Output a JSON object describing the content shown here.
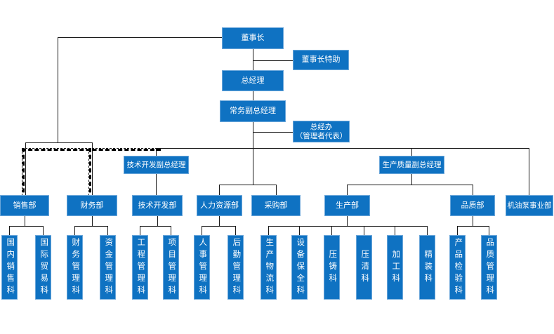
{
  "diagram_type": "org-chart",
  "colors": {
    "node_fill": "#0f72c2",
    "node_text": "#ffffff",
    "connector_line": "#1a1a1a",
    "background": "#ffffff"
  },
  "nodes": {
    "chairman": "董事长",
    "chairman_assistant": "董事长特助",
    "general_manager": "总经理",
    "executive_deputy_gm": "常务副总经理",
    "gm_office_line1": "总经办",
    "gm_office_line2": "（管理者代表）",
    "tech_deputy_gm": "技术开发副总经理",
    "quality_deputy_gm": "生产质量副总经理",
    "dept_sales": "销售部",
    "dept_finance": "财务部",
    "dept_tech_dev": "技术开发部",
    "dept_hr": "人力资源部",
    "dept_purchasing": "采购部",
    "dept_production": "生产部",
    "dept_quality": "品质部",
    "dept_oil_pump": "机油泵事业部",
    "sec_domestic_sales": "国内销售科",
    "sec_intl_trade": "国际贸易科",
    "sec_finance_mgmt": "财务管理科",
    "sec_funds_mgmt": "资金管理科",
    "sec_engineering_mgmt": "工程管理科",
    "sec_project_mgmt": "项目管理科",
    "sec_personnel_mgmt": "人事管理科",
    "sec_logistics_mgmt": "后勤管理科",
    "sec_production_logistics": "生产物流科",
    "sec_equipment_maintenance": "设备保全科",
    "sec_die_casting": "压铸科",
    "sec_pressure_cleaning": "压清科",
    "sec_machining": "加工科",
    "sec_finishing": "精装科",
    "sec_product_inspection": "产品检验科",
    "sec_quality_mgmt": "品质管理科"
  },
  "structure": {
    "chairman_reports": [
      "chairman_assistant",
      "general_manager"
    ],
    "general_manager_reports": [
      "executive_deputy_gm"
    ],
    "executive_deputy_gm_reports": [
      "gm_office",
      "tech_deputy_gm",
      "quality_deputy_gm",
      "dept_hr",
      "dept_purchasing",
      "dept_oil_pump"
    ],
    "chairman_direct_solid_line": [
      "dept_sales",
      "dept_finance"
    ],
    "executive_deputy_gm_dashed_line": [
      "dept_sales",
      "dept_finance"
    ],
    "tech_deputy_gm_reports": [
      "dept_tech_dev"
    ],
    "quality_deputy_gm_reports": [
      "dept_production",
      "dept_quality"
    ],
    "dept_sales_sections": [
      "sec_domestic_sales",
      "sec_intl_trade"
    ],
    "dept_finance_sections": [
      "sec_finance_mgmt",
      "sec_funds_mgmt"
    ],
    "dept_tech_dev_sections": [
      "sec_engineering_mgmt",
      "sec_project_mgmt"
    ],
    "dept_hr_sections": [
      "sec_personnel_mgmt",
      "sec_logistics_mgmt"
    ],
    "dept_production_sections": [
      "sec_production_logistics",
      "sec_equipment_maintenance",
      "sec_die_casting",
      "sec_pressure_cleaning",
      "sec_machining",
      "sec_finishing"
    ],
    "dept_quality_sections": [
      "sec_product_inspection",
      "sec_quality_mgmt"
    ]
  }
}
